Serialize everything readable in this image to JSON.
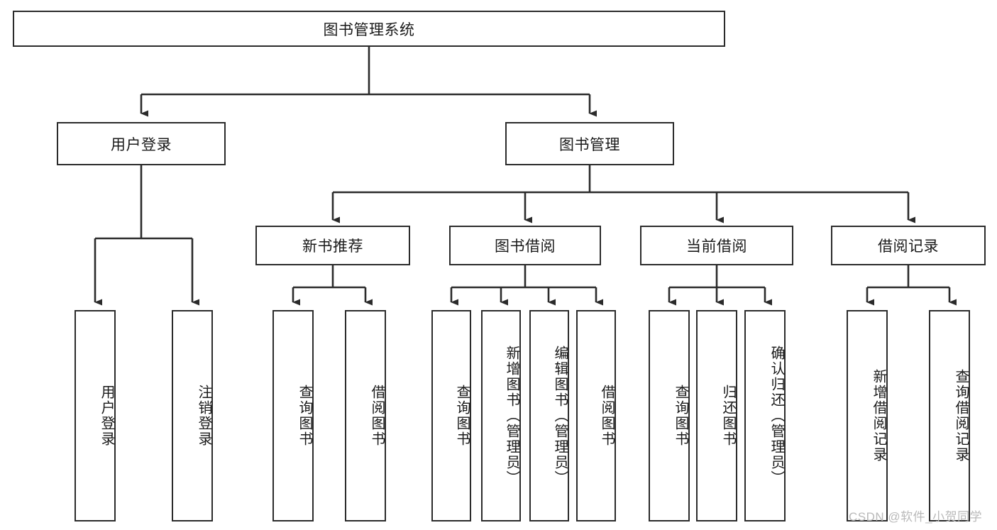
{
  "diagram": {
    "type": "hierarchy-tree",
    "title": "图书管理系统",
    "watermark": "CSDN @软件_小贺同学",
    "colors": {
      "box_border": "#2b2b2b",
      "box_fill": "#ffffff",
      "connector": "#2b2b2b",
      "text": "#1a1a1a",
      "watermark": "#b9b9b9"
    },
    "levels": {
      "level0": [
        {
          "id": "root",
          "label": "图书管理系统"
        }
      ],
      "level1": [
        {
          "id": "login",
          "label": "用户登录"
        },
        {
          "id": "bookmgmt",
          "label": "图书管理"
        }
      ],
      "level2": [
        {
          "id": "newbook",
          "label": "新书推荐"
        },
        {
          "id": "borrow",
          "label": "图书借阅"
        },
        {
          "id": "current",
          "label": "当前借阅"
        },
        {
          "id": "records",
          "label": "借阅记录"
        }
      ],
      "level3": [
        {
          "id": "leaf-1",
          "label": "用户登录",
          "parent": "login"
        },
        {
          "id": "leaf-2",
          "label": "注销登录",
          "parent": "login"
        },
        {
          "id": "leaf-3",
          "label": "查询图书",
          "parent": "newbook"
        },
        {
          "id": "leaf-4",
          "label": "借阅图书",
          "parent": "newbook"
        },
        {
          "id": "leaf-5",
          "label": "查询图书",
          "parent": "borrow"
        },
        {
          "id": "leaf-6",
          "label": "新增图书（管理员）",
          "parent": "borrow"
        },
        {
          "id": "leaf-7",
          "label": "编辑图书（管理员）",
          "parent": "borrow"
        },
        {
          "id": "leaf-8",
          "label": "借阅图书",
          "parent": "borrow"
        },
        {
          "id": "leaf-9",
          "label": "查询图书",
          "parent": "current"
        },
        {
          "id": "leaf-10",
          "label": "归还图书",
          "parent": "current"
        },
        {
          "id": "leaf-11",
          "label": "确认归还（管理员）",
          "parent": "current"
        },
        {
          "id": "leaf-12",
          "label": "新增借阅记录",
          "parent": "records"
        },
        {
          "id": "leaf-13",
          "label": "查询借阅记录",
          "parent": "records"
        }
      ]
    }
  }
}
